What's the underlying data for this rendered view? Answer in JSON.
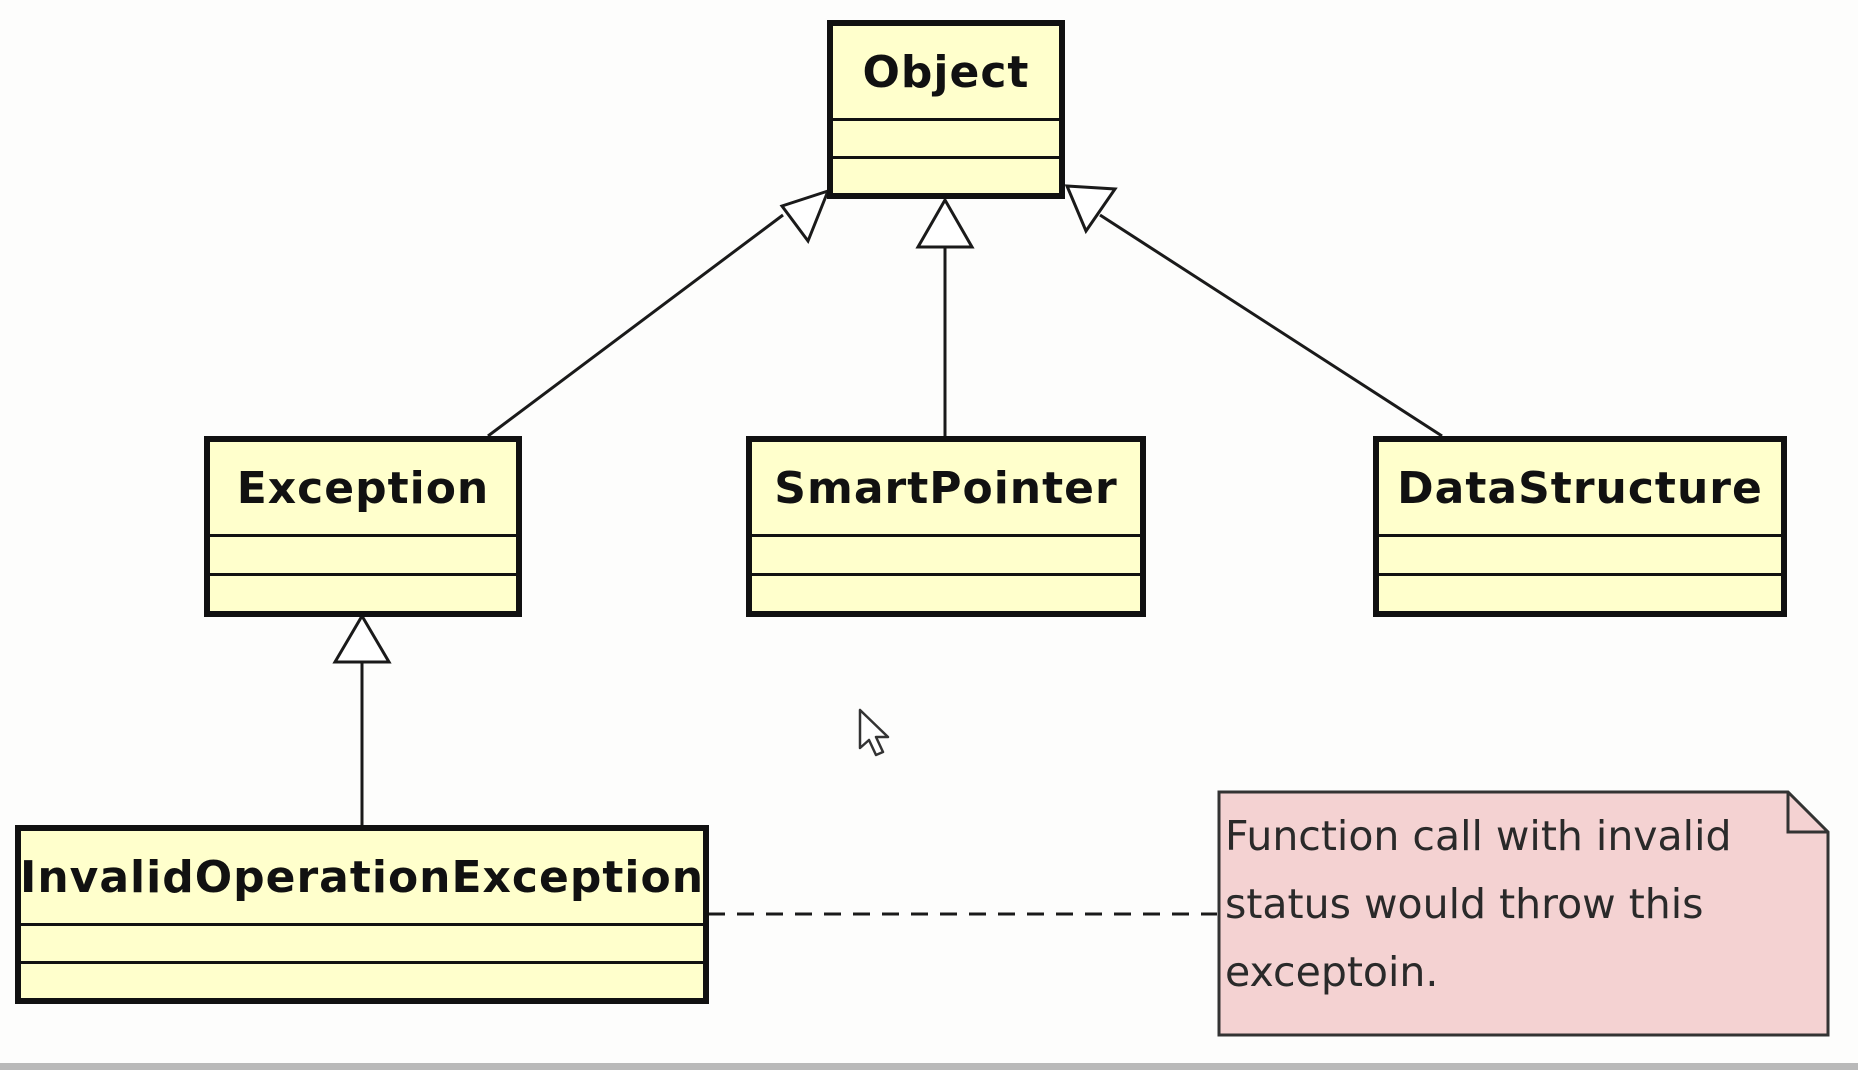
{
  "diagram": {
    "classes": {
      "object": "Object",
      "exception": "Exception",
      "smart_pointer": "SmartPointer",
      "data_structure": "DataStructure",
      "invalid_operation_exception": "InvalidOperationException"
    },
    "note": {
      "lines": [
        "Function call with invalid",
        "status would throw this",
        "exceptoin."
      ]
    },
    "relations": [
      {
        "type": "generalization",
        "from": "Exception",
        "to": "Object"
      },
      {
        "type": "generalization",
        "from": "SmartPointer",
        "to": "Object"
      },
      {
        "type": "generalization",
        "from": "DataStructure",
        "to": "Object"
      },
      {
        "type": "generalization",
        "from": "InvalidOperationException",
        "to": "Exception"
      },
      {
        "type": "note-anchor",
        "from": "InvalidOperationException",
        "to": "note"
      }
    ]
  },
  "colors": {
    "class_fill": "#ffffcc",
    "class_border": "#111111",
    "note_fill": "#f4d2d2",
    "note_border": "#333333",
    "line": "#1a1a1a"
  }
}
